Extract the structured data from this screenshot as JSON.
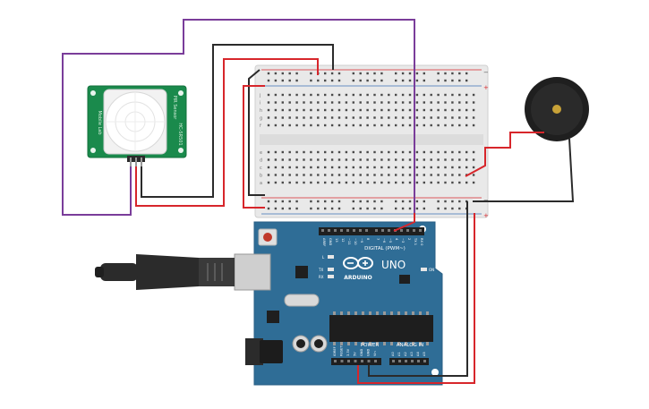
{
  "pir_sensor": {
    "model_text": "HC-SR501",
    "side_text": "PIR Sensor",
    "maker_text": "Mobile Lab"
  },
  "arduino": {
    "brand": "ARDUINO",
    "model": "UNO",
    "digital_label": "DIGITAL (PWM~)",
    "power_label": "POWER",
    "analog_label": "ANALOG IN",
    "on_label": "ON",
    "led_l": "L",
    "led_tx": "TX",
    "led_rx": "RX",
    "digital_pins": [
      "AREF",
      "GND",
      "13",
      "12",
      "~11",
      "~10",
      "~9",
      "8",
      "7",
      "~6",
      "~5",
      "4",
      "~3",
      "2",
      "TX 1",
      "RX 0"
    ],
    "power_pins": [
      "IOREF",
      "RESET",
      "3.3V",
      "5V",
      "GND",
      "GND",
      "Vin"
    ],
    "analog_pins": [
      "A0",
      "A1",
      "A2",
      "A3",
      "A4",
      "A5"
    ]
  },
  "breadboard": {
    "row_letters_top": [
      "j",
      "i",
      "h",
      "g",
      "f"
    ],
    "row_letters_bottom": [
      "e",
      "d",
      "c",
      "b",
      "a"
    ],
    "rail_plus": "+",
    "rail_minus": "−",
    "column_count": 30
  },
  "colors": {
    "wire_red": "#d7262b",
    "wire_black": "#2b2b2b",
    "wire_purple": "#7a3d9a",
    "board_blue": "#2f6d96",
    "pir_green": "#1a8a4c",
    "breadboard": "#e9e9e9"
  }
}
